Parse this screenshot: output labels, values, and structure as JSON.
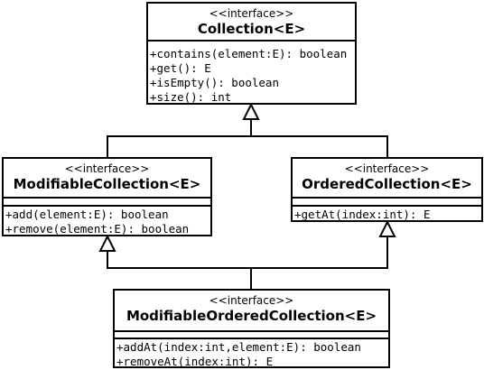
{
  "interfaces": {
    "collection": {
      "stereotype": "<<interface>>",
      "name": "Collection<E>",
      "operations": [
        "+contains(element:E): boolean",
        "+get(): E",
        "+isEmpty(): boolean",
        "+size(): int"
      ]
    },
    "modifiable": {
      "stereotype": "<<interface>>",
      "name": "ModifiableCollection<E>",
      "operations": [
        "+add(element:E): boolean",
        "+remove(element:E): boolean"
      ]
    },
    "ordered": {
      "stereotype": "<<interface>>",
      "name": "OrderedCollection<E>",
      "operations": [
        "+getAt(index:int): E"
      ]
    },
    "modifiable_ordered": {
      "stereotype": "<<interface>>",
      "name": "ModifiableOrderedCollection<E>",
      "operations": [
        "+addAt(index:int,element:E): boolean",
        "+removeAt(index:int): E"
      ]
    }
  },
  "relationships": [
    {
      "from": "ModifiableCollection<E>",
      "to": "Collection<E>",
      "type": "generalization"
    },
    {
      "from": "OrderedCollection<E>",
      "to": "Collection<E>",
      "type": "generalization"
    },
    {
      "from": "ModifiableOrderedCollection<E>",
      "to": "ModifiableCollection<E>",
      "type": "generalization"
    },
    {
      "from": "ModifiableOrderedCollection<E>",
      "to": "OrderedCollection<E>",
      "type": "generalization"
    }
  ]
}
